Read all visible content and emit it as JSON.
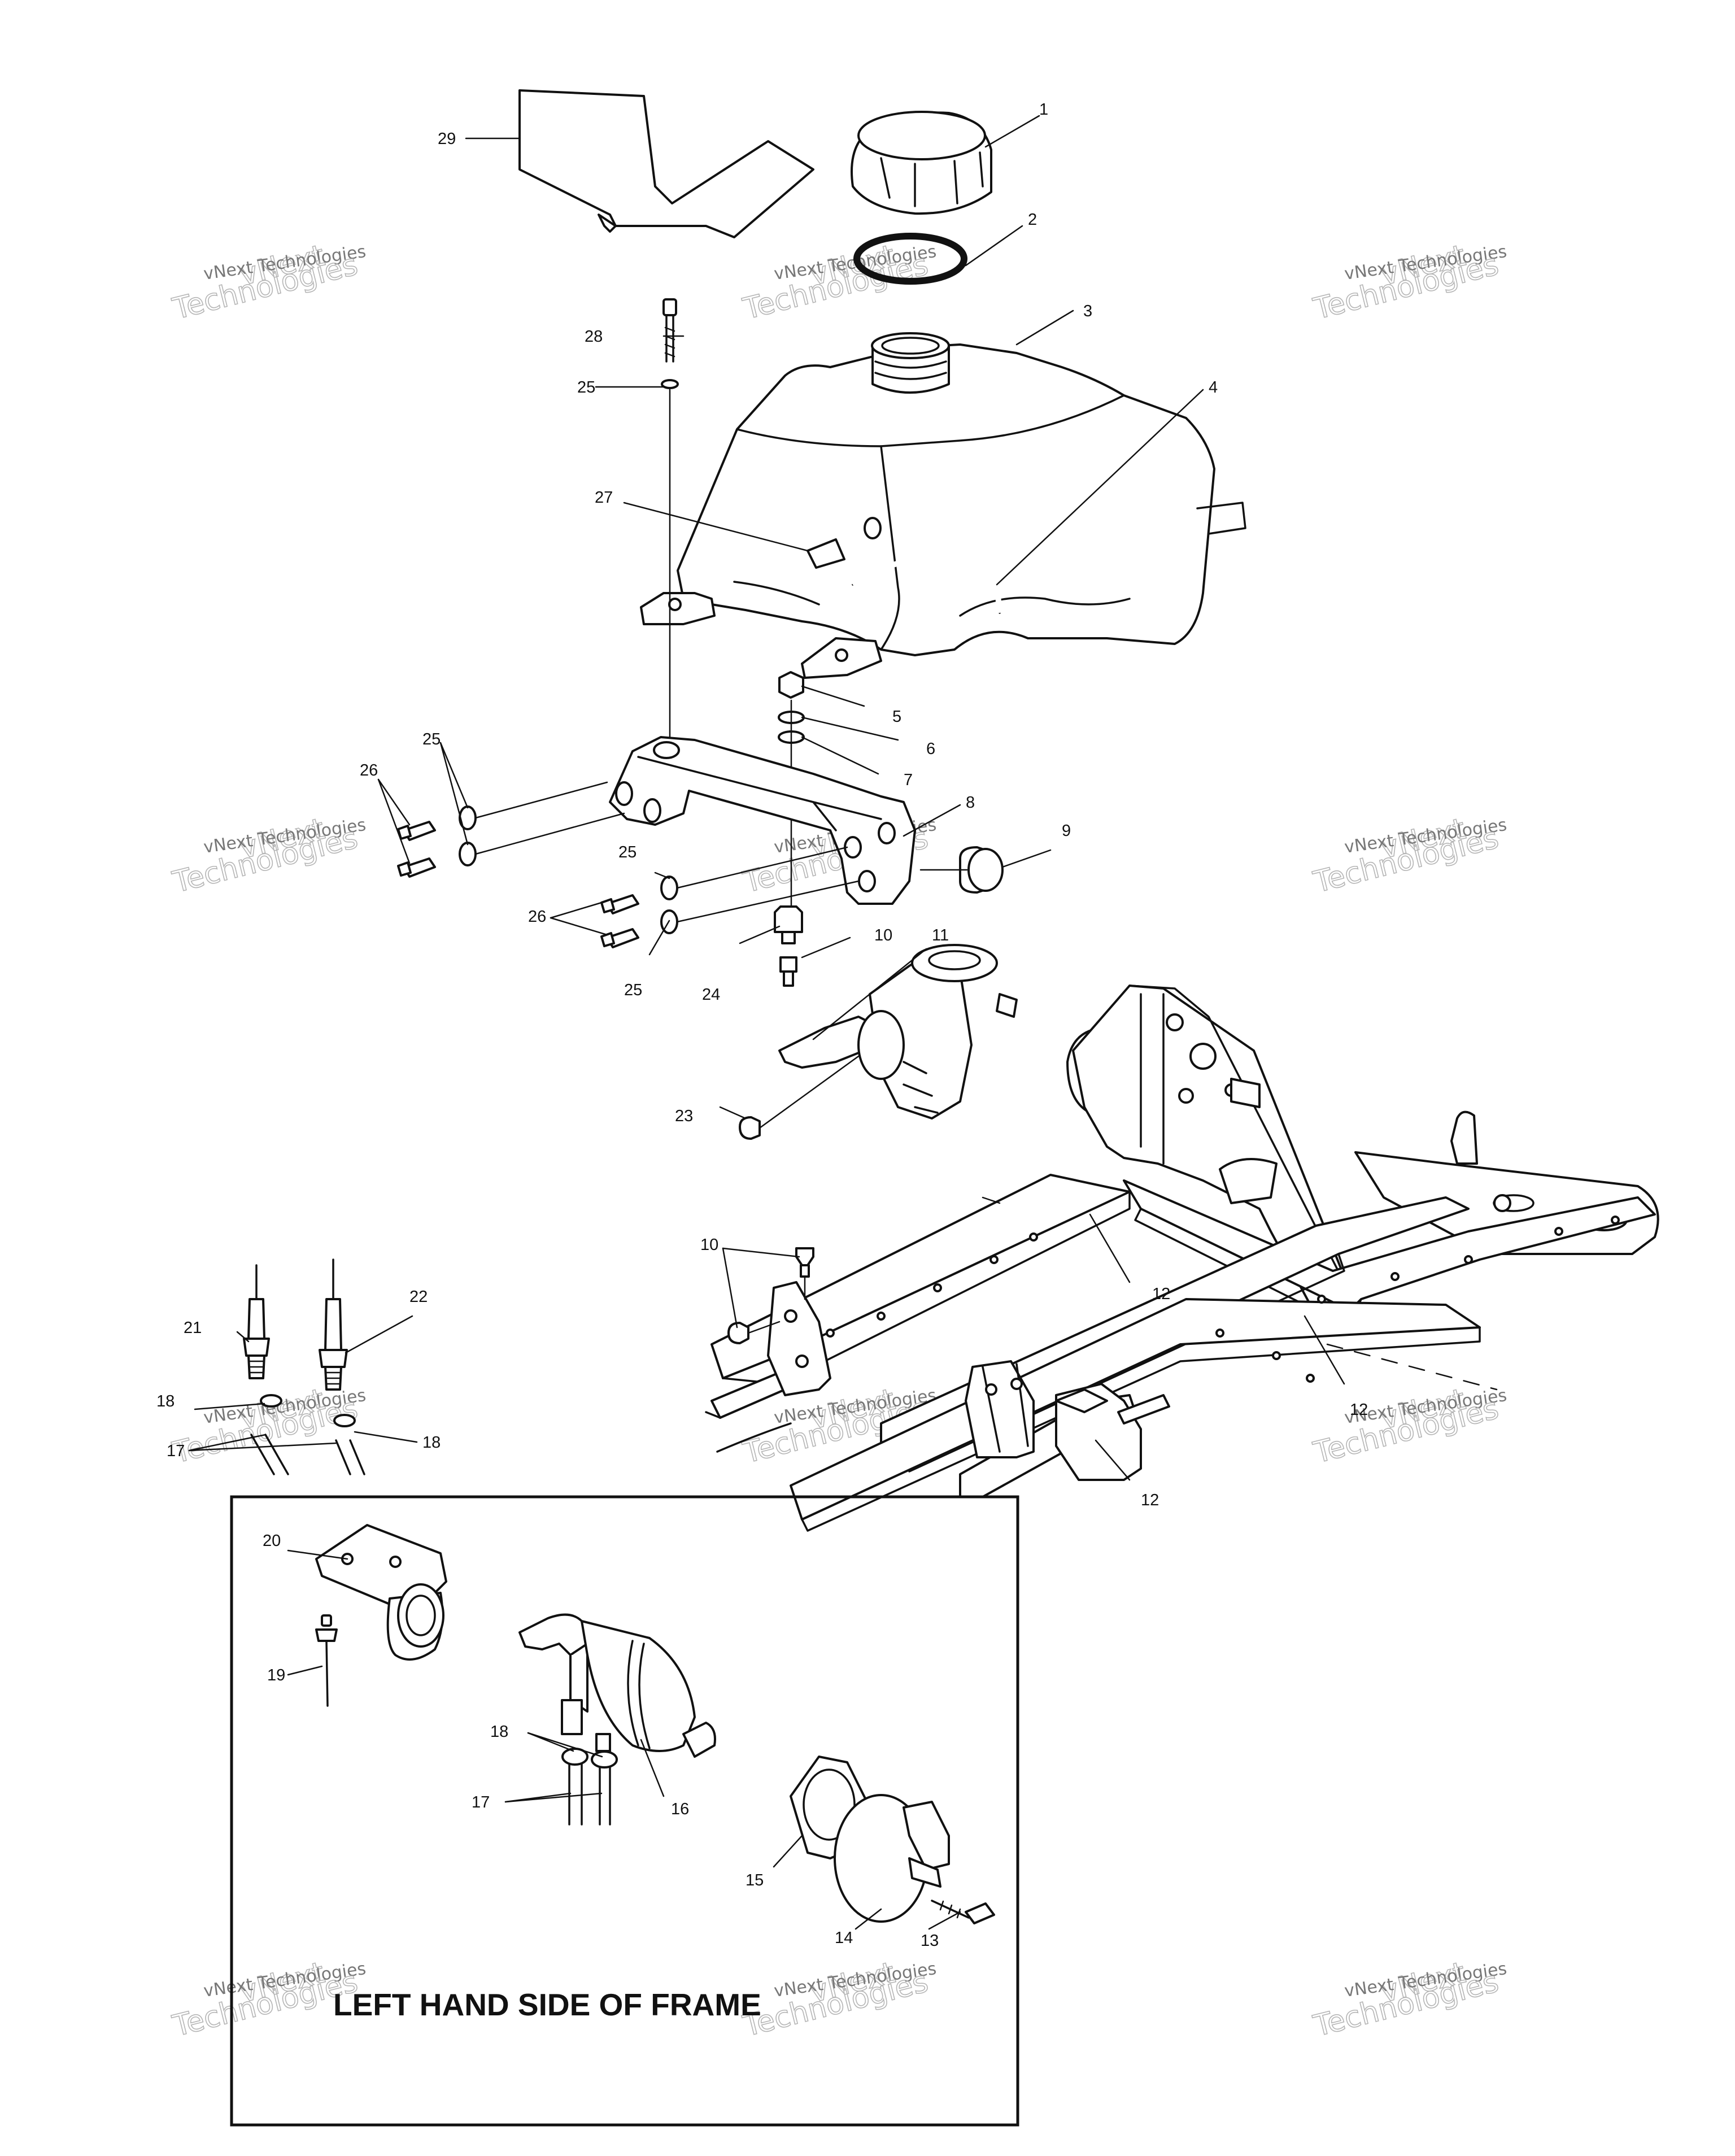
{
  "watermark": {
    "line1": "vNext",
    "line2": "vNext Technologies",
    "line3": "Technologies"
  },
  "caption": "LEFT HAND SIDE OF FRAME",
  "callouts": [
    "1",
    "2",
    "3",
    "4",
    "5",
    "6",
    "7",
    "8",
    "9",
    "10",
    "10",
    "11",
    "12",
    "12",
    "12",
    "13",
    "14",
    "15",
    "16",
    "17",
    "17",
    "18",
    "18",
    "18",
    "19",
    "20",
    "21",
    "22",
    "23",
    "24",
    "25",
    "25",
    "25",
    "25",
    "26",
    "26",
    "27",
    "28",
    "29"
  ]
}
